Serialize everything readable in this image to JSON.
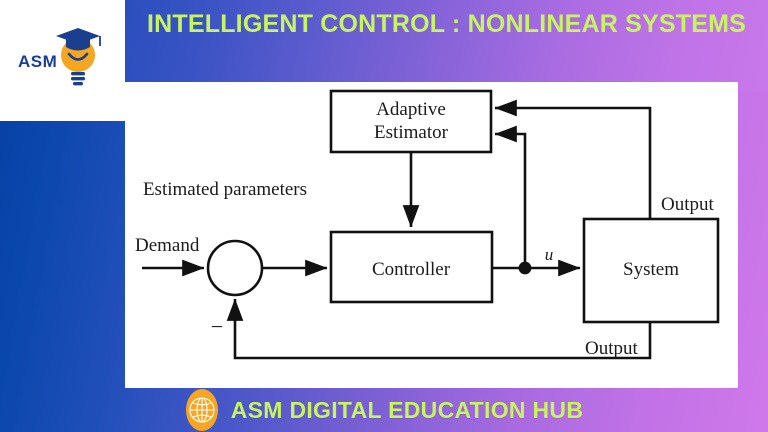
{
  "header": {
    "title": "INTELLIGENT CONTROL : NONLINEAR SYSTEMS",
    "title_color": "#c9f461",
    "band_gradient_start": "#2b4fbe",
    "band_gradient_end": "#c878ea"
  },
  "logo": {
    "text": "ASM",
    "text_color": "#1b3f8f",
    "bulb_color": "#f5a623",
    "cap_color": "#1b3f8f",
    "icon_name": "graduation-cap-lightbulb-icon"
  },
  "footer": {
    "text": "ASM DIGITAL EDUCATION HUB",
    "text_color": "#c9f461",
    "icon_name": "globe-icon",
    "icon_color": "#f5a623"
  },
  "background": {
    "gradient_start": "#063fa4",
    "gradient_end": "#cf78ea"
  },
  "diagram": {
    "type": "block-diagram",
    "title": "Adaptive control block diagram",
    "blocks": [
      {
        "id": "adaptive_estimator",
        "label_line1": "Adaptive",
        "label_line2": "Estimator"
      },
      {
        "id": "controller",
        "label": "Controller"
      },
      {
        "id": "system",
        "label": "System"
      }
    ],
    "junction": {
      "id": "summing_junction",
      "type": "circle",
      "sign": "−"
    },
    "node": {
      "id": "branch_node",
      "type": "dot"
    },
    "labels": {
      "demand": "Demand",
      "estimated_parameters": "Estimated parameters",
      "control_signal": "u",
      "output_top": "Output",
      "output_bottom": "Output",
      "minus": "−"
    },
    "signal_flow": [
      "Demand → summing junction",
      "summing junction → Controller",
      "Controller → branch node → System (u)",
      "System → Output (top feedback) → Adaptive Estimator",
      "branch node (u) → Adaptive Estimator",
      "Adaptive Estimator → Estimated parameters → Controller",
      "System → Output (bottom feedback) → summing junction (−)"
    ],
    "line_color": "#111111"
  }
}
